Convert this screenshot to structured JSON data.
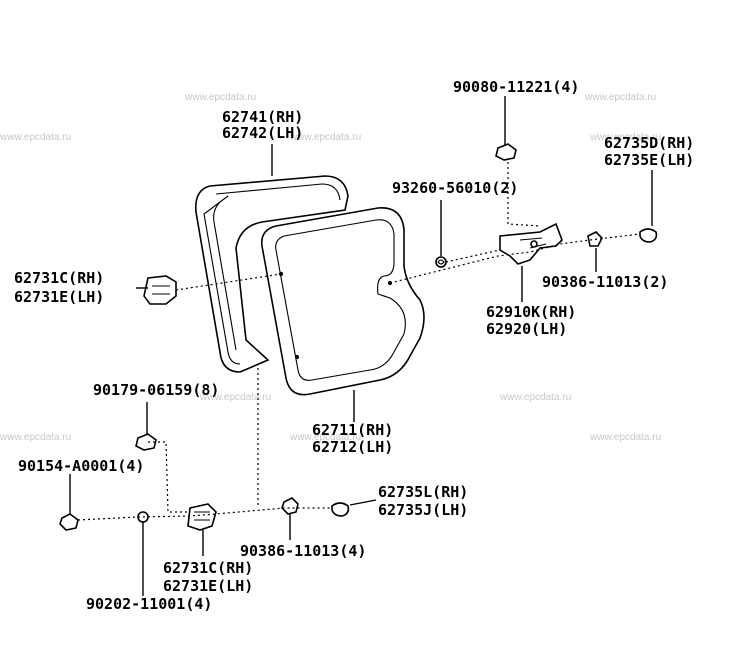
{
  "watermark": "www.epcdata.ru",
  "labels": {
    "l_90080": "90080-11221(4)",
    "l_62741": "62741(RH)",
    "l_62742": "62742(LH)",
    "l_62735D": "62735D(RH)",
    "l_62735E": "62735E(LH)",
    "l_93260": "93260-56010(2)",
    "l_62731C_top": "62731C(RH)",
    "l_62731E_top": "62731E(LH)",
    "l_90386_top": "90386-11013(2)",
    "l_62910K": "62910K(RH)",
    "l_62920": "62920(LH)",
    "l_90179": "90179-06159(8)",
    "l_62711": "62711(RH)",
    "l_62712": "62712(LH)",
    "l_90154": "90154-A0001(4)",
    "l_62735L": "62735L(RH)",
    "l_62735J": "62735J(LH)",
    "l_90386_bot": "90386-11013(4)",
    "l_62731C_bot": "62731C(RH)",
    "l_62731E_bot": "62731E(LH)",
    "l_90202": "90202-11001(4)"
  }
}
